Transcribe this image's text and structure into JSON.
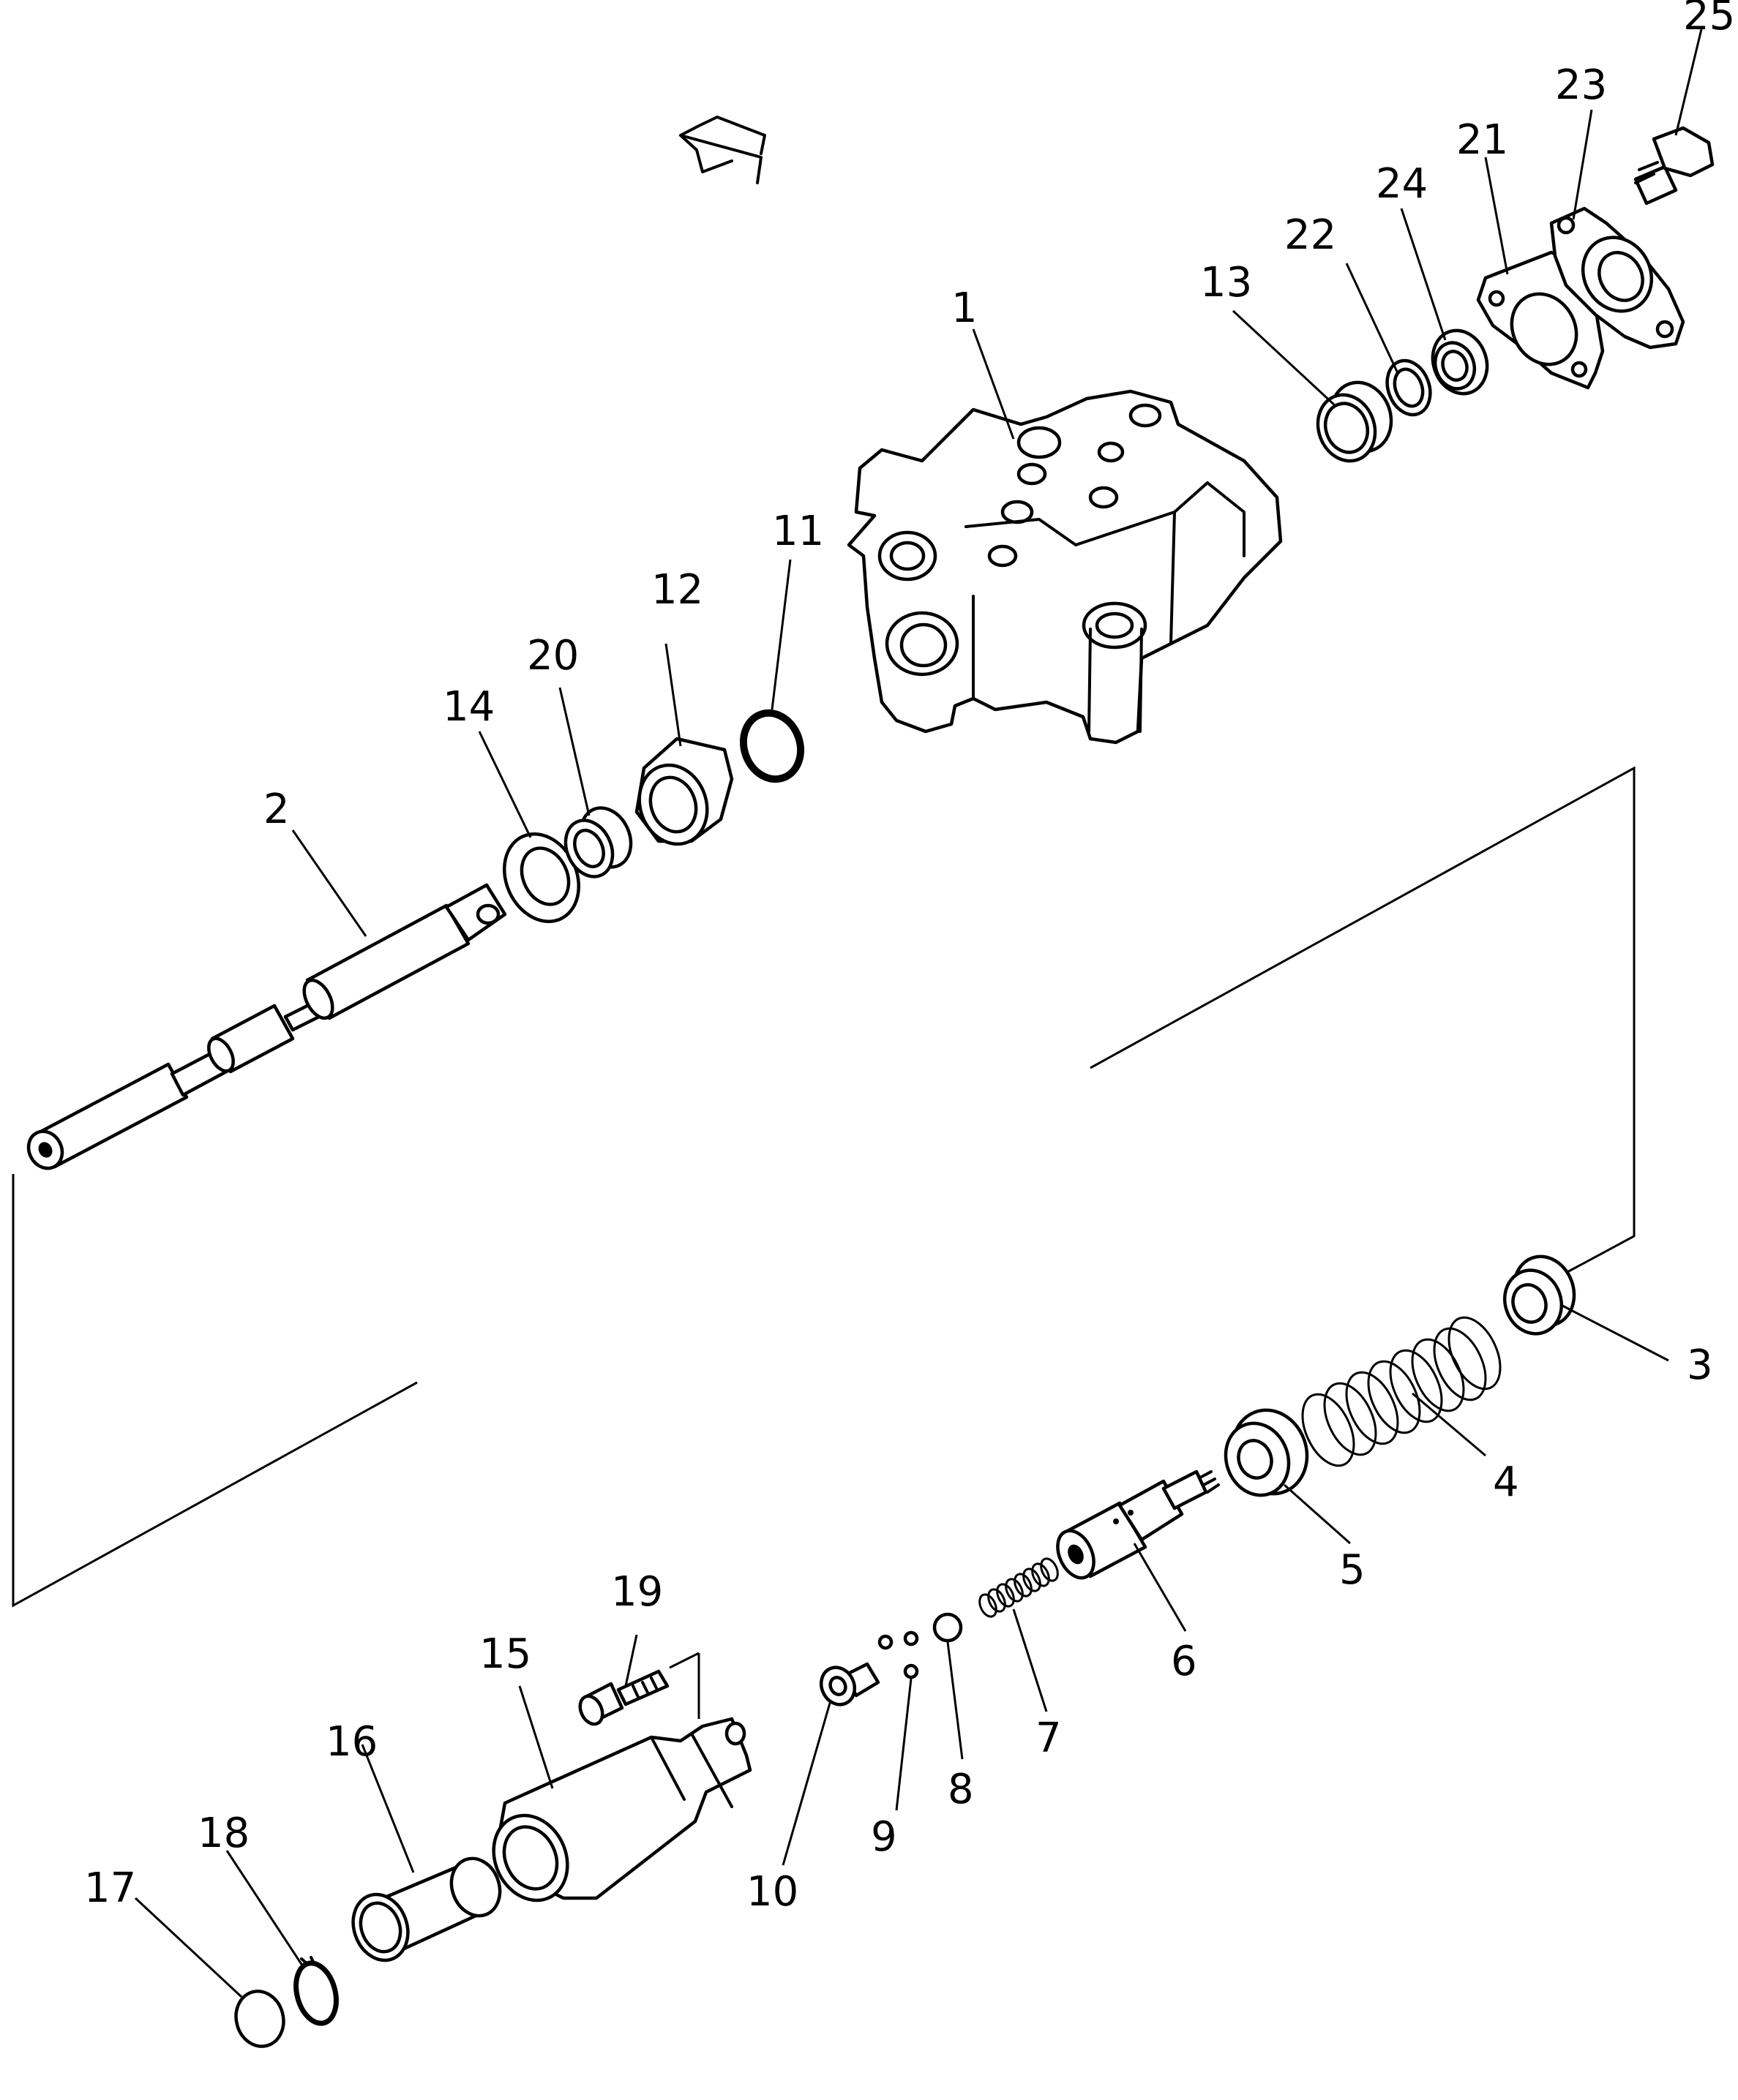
{
  "diagram": {
    "type": "exploded-parts-view",
    "callouts": [
      "1",
      "2",
      "3",
      "4",
      "5",
      "6",
      "7",
      "8",
      "9",
      "10",
      "11",
      "12",
      "13",
      "14",
      "15",
      "16",
      "17",
      "18",
      "19",
      "20",
      "21",
      "22",
      "23",
      "24",
      "25"
    ]
  }
}
